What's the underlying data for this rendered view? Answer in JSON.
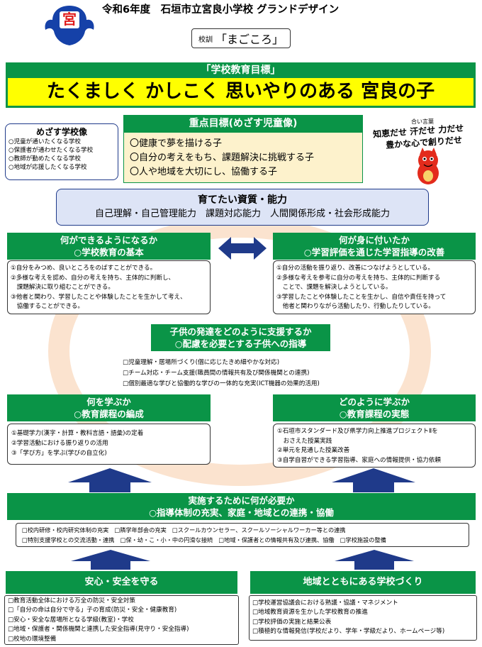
{
  "header": {
    "title": "令和6年度　石垣市立宮良小学校 グランドデザイン",
    "emblem_char": "宮",
    "motto_label": "校訓",
    "motto": "「まごころ」"
  },
  "goal": {
    "label": "「学校教育目標」",
    "text": "たくましく かしこく 思いやりのある 宮良の子"
  },
  "school_vision": {
    "title": "めざす学校像",
    "items": [
      "○児童が通いたくなる学校",
      "○保護者が通わせたくなる学校",
      "○教師が勤めたくなる学校",
      "○地域が応援したくなる学校"
    ]
  },
  "focus": {
    "title": "重点目標(めざす児童像)",
    "items": [
      "〇健康で夢を描ける子",
      "〇自分の考えをもち、課題解決に挑戦する子",
      "〇人や地域を大切にし、協働する子"
    ]
  },
  "slogan": {
    "caption": "合い言葉",
    "line1": "知恵だせ 汗だせ 力だせ",
    "line2": "豊かな心で創りだせ"
  },
  "abilities": {
    "title": "育てたい資質・能力",
    "text": "自己理解・自己管理能力　課題対応能力　人間関係形成・社会形成能力"
  },
  "top_left": {
    "line1": "何ができるようになるか",
    "line2": "○学校教育の基本",
    "items": [
      "①自分をみつめ、良いところをのばすことができる。",
      "②多様な考えを認め、自分の考えを持ち、主体的に判断し、",
      "　課題解決に取り組むことができる。",
      "③他者と関わり、学習したことや体験したことを生かして考え、",
      "　協働することができる。"
    ]
  },
  "top_right": {
    "line1": "何が身に付いたか",
    "line2": "○学習評価を通じた学習指導の改善",
    "items": [
      "①自分の活動を振り返り、改善につなげようとしている。",
      "②多様な考えを参考に自分の考えを持ち、主体的に判断する",
      "　ことで、課題を解決しようとしている。",
      "③学習したことや体験したことを生かし、自信や責任を持って",
      "　他者と関わりながら活動したり、行動したりしている。"
    ]
  },
  "center": {
    "line1": "子供の発達をどのように支援するか",
    "line2": "○配慮を必要とする子供への指導",
    "items": [
      "□児童理解・居場所づくり(個に応じたきめ細やかな対応)",
      "□チーム対応・チーム支援(職員間の情報共有及び関係機関との連携)",
      "□個別最適な学びと協働的な学びの一体的な充実(ICT機器の効果的活用)"
    ]
  },
  "mid_left": {
    "line1": "何を学ぶか",
    "line2": "○教育課程の編成",
    "items": [
      "①基礎学力(漢字・計算・教科言語・語彙)の定着",
      "②学習活動における振り返りの活用",
      "③「学び方」を学ぶ(学びの自立化)"
    ]
  },
  "mid_right": {
    "line1": "どのように学ぶか",
    "line2": "○教育課程の実態",
    "items": [
      "①石垣市スタンダード及び県学力向上推進プロジェクトⅡを",
      "　おさえた授業実践",
      "②単元を見通した授業改善",
      "③自学自習ができる学習指導、家庭への情報提供・協力依頼"
    ]
  },
  "implement": {
    "line1": "実施するために何が必要か",
    "line2": "○指導体制の充実、家庭・地域との連携・協働",
    "row1": "□校内研修・校内研究体制の充実　□隣学年部会の充実　□スクールカウンセラー、スクールソーシャルワーカー等との連携",
    "row2": "□特別支援学校との交流活動・連携　□保・幼・こ・小・中の円滑な接続　□地域・保護者との情報共有及び連携、協働　□学校施設の整備"
  },
  "safety": {
    "title": "安心・安全を守る",
    "items": [
      "□教育活動全体における万全の防災・安全対策",
      "□「自分の命は自分で守る」子の育成(防災・安全・健康教育)",
      "□安心・安全な居場所となる学級(教室)・学校",
      "□地域・保護者・関係機関と連携した安全指導(見守り・安全指導)",
      "□校地の環境整備"
    ]
  },
  "community": {
    "title": "地域とともにある学校づくり",
    "items": [
      "□学校運営協議会における熟議・協議・マネジメント",
      "□地域教育資源を生かした学校教育の推進",
      "□学校評価の実施と結果公表",
      "□積極的な情報発信(学校だより、学年・学級だより、ホームページ等)"
    ]
  },
  "colors": {
    "green": "#0a9447",
    "yellow": "#ffff00",
    "navy": "#1f3a8a",
    "ring": "#fbe3cf"
  }
}
